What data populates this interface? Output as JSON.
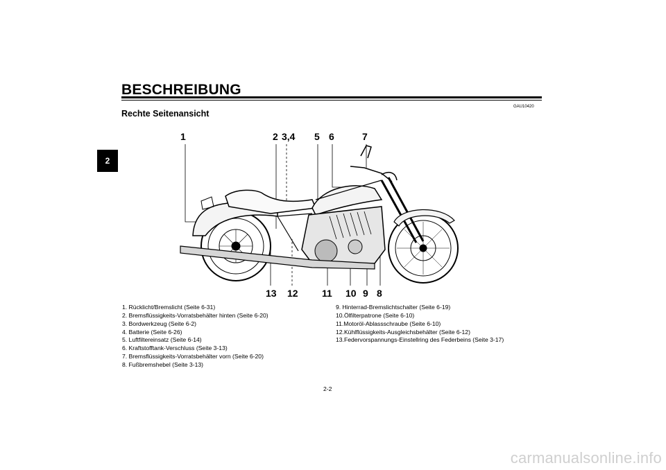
{
  "header": {
    "title": "BESCHREIBUNG",
    "chapter_tab": "2"
  },
  "section": {
    "code": "GAU10420",
    "subtitle": "Rechte Seitenansicht"
  },
  "figure": {
    "callouts_top": [
      "1",
      "2",
      "3,4",
      "5",
      "6",
      "7"
    ],
    "callouts_bottom": [
      "13",
      "12",
      "11",
      "10",
      "9",
      "8"
    ]
  },
  "legend": {
    "left": [
      "1. Rücklicht/Bremslicht (Seite 6-31)",
      "2. Bremsflüssigkeits-Vorratsbehälter hinten (Seite 6-20)",
      "3. Bordwerkzeug (Seite 6-2)",
      "4. Batterie (Seite 6-26)",
      "5. Luftfiltereinsatz (Seite 6-14)",
      "6. Kraftstofftank-Verschluss (Seite 3-13)",
      "7. Bremsflüssigkeits-Vorratsbehälter vorn (Seite 6-20)",
      "8. Fußbremshebel (Seite 3-13)"
    ],
    "right": [
      "9. Hinterrad-Bremslichtschalter (Seite 6-19)",
      "10.Ölfilterpatrone (Seite 6-10)",
      "11.Motoröl-Ablassschraube (Seite 6-10)",
      "12.Kühlflüssigkeits-Ausgleichsbehälter (Seite 6-12)",
      "13.Federvorspannungs-Einstellring des Federbeins (Seite 3-17)"
    ]
  },
  "footer": {
    "page_number": "2-2",
    "watermark": "carmanualsonline.info"
  }
}
